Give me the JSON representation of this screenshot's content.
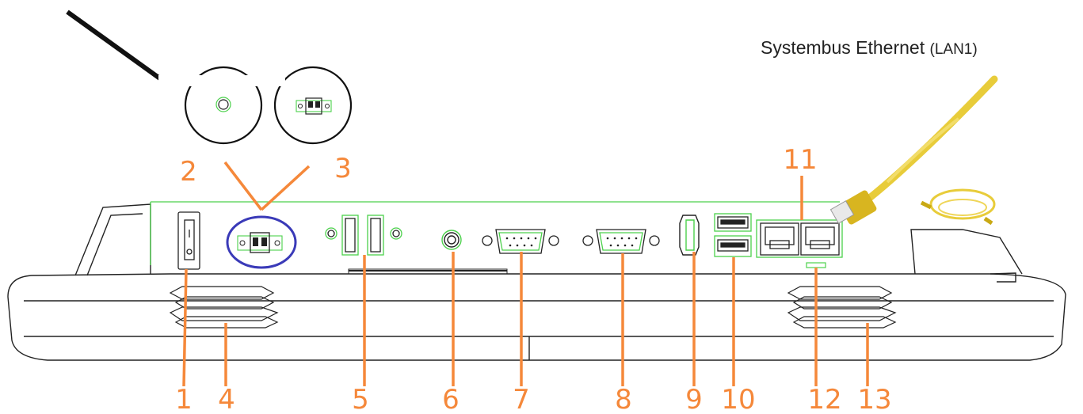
{
  "caption": {
    "main": "Systembus Ethernet",
    "sub": "(LAN1)"
  },
  "callouts": [
    "1",
    "2",
    "3",
    "4",
    "5",
    "6",
    "7",
    "8",
    "9",
    "10",
    "11",
    "12",
    "13"
  ],
  "colors": {
    "callout": "#f5883a",
    "outline": "#222222",
    "board_edge": "#4cd14c",
    "highlight_ring": "#3a3ab8",
    "cable": "#e8cc3a"
  },
  "icons": {
    "power_switch": "power-switch-icon",
    "dc_jack": "dc-jack-icon",
    "terminal_block": "terminal-block-icon",
    "usb": "usb-port-icon",
    "audio": "audio-jack-icon",
    "serial": "db9-port-icon",
    "hdmi": "hdmi-port-icon",
    "rj45": "rj45-port-icon",
    "led": "led-indicator-icon",
    "vent": "vent-grille-icon",
    "ethernet_cable": "ethernet-cable-icon"
  }
}
